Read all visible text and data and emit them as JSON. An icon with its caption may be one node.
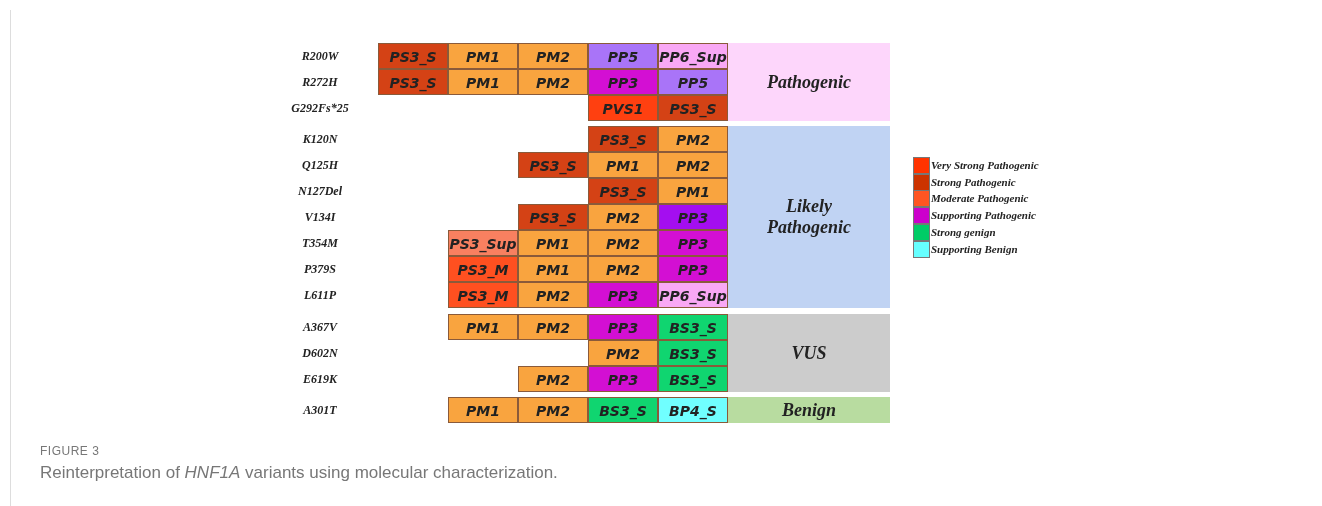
{
  "diagram": {
    "title": "FIGURE 3",
    "caption": "Reinterpretation of *HNF1A* variants using molecular characterization.",
    "nodes": [
      {
        "text": [
          "Pathogenic"
        ]
      },
      {
        "text": [
          "Likely Pathogenic"
        ]
      },
      {
        "text": [
          "VUS"
        ]
      },
      {
        "text": [
          "Benign"
        ]
      }
    ],
    "labels": [
      "R200W",
      "PS3_S",
      "PM1",
      "PM2",
      "PP5",
      "PP6_Sup",
      "R272H",
      "PS3_S",
      "PM1",
      "PM2",
      "PP3",
      "PP5",
      "G292Fs*25",
      "PVS1",
      "PS3_S",
      "K120N",
      "PS3_S",
      "PM2",
      "Q125H",
      "PS3_S",
      "PM1",
      "PM2",
      "N127Del",
      "PS3_S",
      "PM1",
      "V134I",
      "PS3_S",
      "PM2",
      "PP3",
      "T354M",
      "PS3_Sup",
      "PM1",
      "PM2",
      "PP3",
      "P379S",
      "PS3_M",
      "PM1",
      "PM2",
      "PP3",
      "L611P",
      "PS3_M",
      "PM2",
      "PP3",
      "PP6_Sup",
      "A367V",
      "PM1",
      "PM2",
      "PP3",
      "BS3_S",
      "D602N",
      "PM2",
      "BS3_S",
      "E619K",
      "PM2",
      "PP3",
      "BS3_S",
      "A301T",
      "PM1",
      "PM2",
      "BS3_S",
      "BP4_S"
    ],
    "legend": [
      {
        "text": "Very Strong Pathogenic",
        "color": "#ff3300"
      },
      {
        "text": "Strong Pathogenic",
        "color": "#cc3300"
      },
      {
        "text": "Moderate Pathogenic",
        "color": "#ff5522"
      },
      {
        "text": "Supporting Pathogenic",
        "color": "#cc00cc"
      },
      {
        "text": "Strong genign",
        "color": "#00cc66"
      },
      {
        "text": "Supporting Benign",
        "color": "#66ffff"
      }
    ]
  }
}
